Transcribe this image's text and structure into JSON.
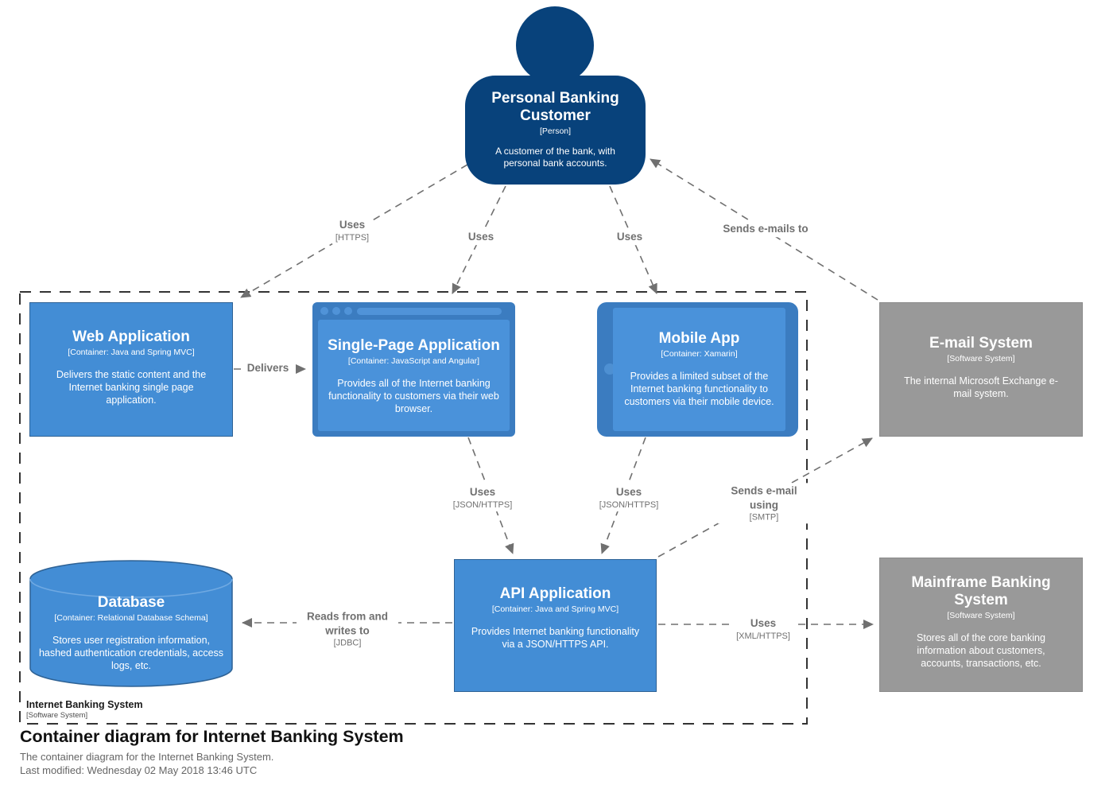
{
  "footer": {
    "title": "Container diagram for Internet Banking System",
    "subtitle": "The container diagram for the Internet Banking System.",
    "last_modified": "Last modified: Wednesday 02 May 2018 13:46 UTC"
  },
  "boundary": {
    "name": "Internet Banking System",
    "meta": "[Software System]"
  },
  "nodes": {
    "customer": {
      "title": "Personal Banking Customer",
      "meta": "[Person]",
      "description": "A customer of the bank, with personal bank accounts."
    },
    "web_app": {
      "title": "Web Application",
      "meta": "[Container: Java and Spring MVC]",
      "description": "Delivers the static content and the Internet banking single page application."
    },
    "spa": {
      "title": "Single-Page Application",
      "meta": "[Container: JavaScript and Angular]",
      "description": "Provides all of the Internet banking functionality to customers via their web browser."
    },
    "mobile_app": {
      "title": "Mobile App",
      "meta": "[Container: Xamarin]",
      "description": "Provides a limited subset of the Internet banking functionality to customers via their mobile device."
    },
    "email_system": {
      "title": "E-mail System",
      "meta": "[Software System]",
      "description": "The internal Microsoft Exchange e-mail system."
    },
    "database": {
      "title": "Database",
      "meta": "[Container: Relational Database Schema]",
      "description": "Stores user registration information, hashed authentication credentials, access logs, etc."
    },
    "api_app": {
      "title": "API Application",
      "meta": "[Container: Java and Spring MVC]",
      "description": "Provides Internet banking functionality via a JSON/HTTPS API."
    },
    "mainframe": {
      "title": "Mainframe Banking System",
      "meta": "[Software System]",
      "description": "Stores all of the core banking information about customers, accounts, transactions, etc."
    }
  },
  "relationships": {
    "customer_webapp": {
      "label": "Uses",
      "tech": "[HTTPS]"
    },
    "customer_spa": {
      "label": "Uses"
    },
    "customer_mobile": {
      "label": "Uses"
    },
    "email_customer": {
      "label": "Sends e-mails to"
    },
    "webapp_spa": {
      "label": "Delivers"
    },
    "spa_api": {
      "label": "Uses",
      "tech": "[JSON/HTTPS]"
    },
    "mobile_api": {
      "label": "Uses",
      "tech": "[JSON/HTTPS]"
    },
    "api_email": {
      "label": "Sends e-mail using",
      "tech": "[SMTP]"
    },
    "api_db": {
      "label": "Reads from and writes to",
      "tech": "[JDBC]"
    },
    "api_mainframe": {
      "label": "Uses",
      "tech": "[XML/HTTPS]"
    }
  },
  "colors": {
    "person": "#08427b",
    "container": "#438dd5",
    "container_dark": "#3b7cc0",
    "external": "#999999",
    "relationship": "#707070",
    "boundary": "#333333"
  }
}
